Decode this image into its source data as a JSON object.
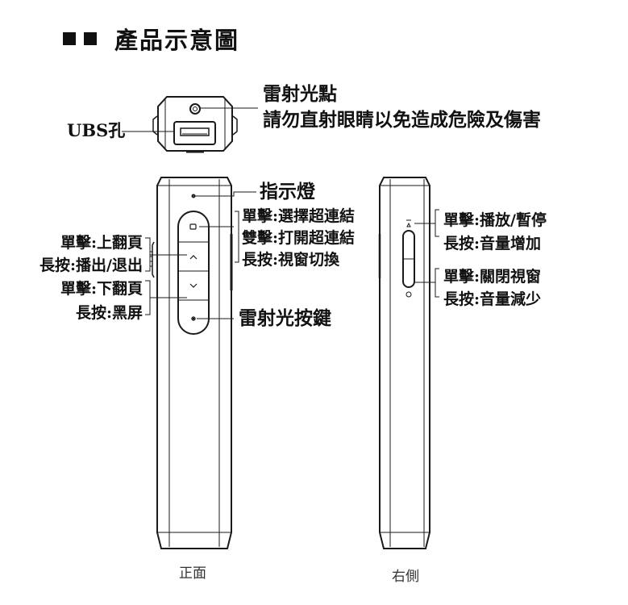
{
  "title": "產品示意圖",
  "bullet_icons": [
    "square-icon",
    "square-icon"
  ],
  "labels": {
    "laser_point": "雷射光點",
    "laser_warning": "請勿直射眼睛以免造成危險及傷害",
    "usb_port": "UBS孔",
    "indicator": "指示燈",
    "center_button_single": "單擊:選擇超連結",
    "center_button_double": "雙擊:打開超連結",
    "center_button_long": "長按:視窗切換",
    "up_single": "單擊:上翻頁",
    "up_long": "長按:播出/退出",
    "down_single": "單擊:下翻頁",
    "down_long": "長按:黑屏",
    "laser_button": "雷射光按鍵",
    "side_up_single": "單擊:播放/暫停",
    "side_up_long": "長按:音量增加",
    "side_down_single": "單擊:關閉視窗",
    "side_down_long": "長按:音量減少"
  },
  "captions": {
    "front": "正面",
    "right_side": "右側"
  },
  "colors": {
    "stroke": "#1a1a1a",
    "text": "#111111",
    "caption": "#333333"
  }
}
